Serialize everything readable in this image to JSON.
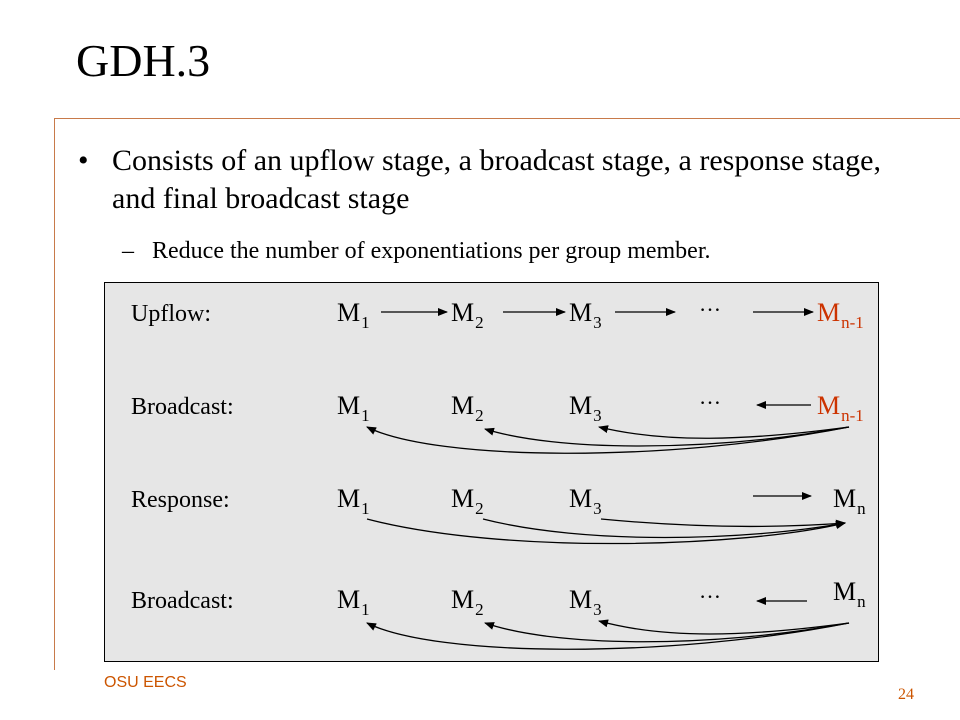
{
  "slide": {
    "title": "GDH.3",
    "bullet": "Consists of an upflow stage, a broadcast stage, a response stage, and final broadcast stage",
    "bullet_symbol": "•",
    "sub_bullet": "Reduce the number of exponentiations per group member.",
    "sub_bullet_symbol": "–",
    "footer_left": "OSU EECS",
    "page_number": "24"
  },
  "colors": {
    "frame": "#c87a4a",
    "footer": "#cc5500",
    "highlight": "#cc3300",
    "diagram_bg": "#e6e6e6"
  },
  "diagram": {
    "rows": [
      {
        "id": "upflow",
        "label": "Upflow:",
        "nodes": [
          {
            "base": "M",
            "sub": "1"
          },
          {
            "base": "M",
            "sub": "2"
          },
          {
            "base": "M",
            "sub": "3"
          },
          {
            "base": "…",
            "sub": ""
          },
          {
            "base": "M",
            "sub": "n-1",
            "highlight": true
          }
        ]
      },
      {
        "id": "broadcast-1",
        "label": "Broadcast:",
        "nodes": [
          {
            "base": "M",
            "sub": "1"
          },
          {
            "base": "M",
            "sub": "2"
          },
          {
            "base": "M",
            "sub": "3"
          },
          {
            "base": "…",
            "sub": ""
          },
          {
            "base": "M",
            "sub": "n-1",
            "highlight": true
          }
        ]
      },
      {
        "id": "response",
        "label": "Response:",
        "nodes": [
          {
            "base": "M",
            "sub": "1"
          },
          {
            "base": "M",
            "sub": "2"
          },
          {
            "base": "M",
            "sub": "3"
          },
          {
            "base": "",
            "sub": ""
          },
          {
            "base": "M",
            "sub": "n"
          }
        ]
      },
      {
        "id": "broadcast-2",
        "label": "Broadcast:",
        "nodes": [
          {
            "base": "M",
            "sub": "1"
          },
          {
            "base": "M",
            "sub": "2"
          },
          {
            "base": "M",
            "sub": "3"
          },
          {
            "base": "…",
            "sub": ""
          },
          {
            "base": "M",
            "sub": "n"
          }
        ]
      }
    ]
  }
}
